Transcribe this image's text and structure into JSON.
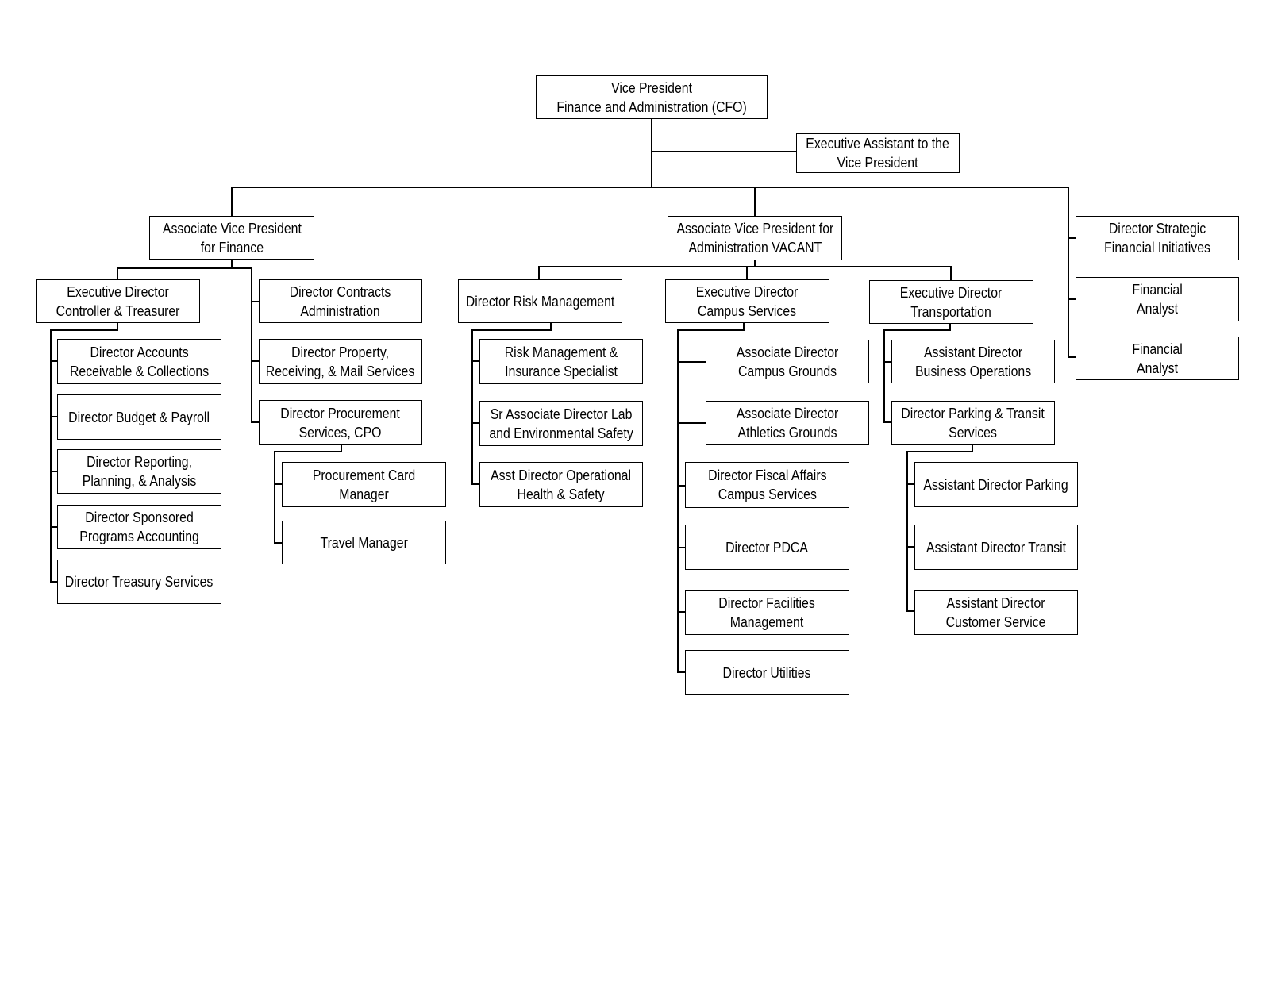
{
  "positions": [
    {
      "id": "vp",
      "lines": [
        "Vice President",
        "Finance and Administration (CFO)"
      ]
    },
    {
      "id": "ea",
      "lines": [
        "Executive Assistant to the",
        "Vice President"
      ]
    },
    {
      "id": "avpf",
      "lines": [
        "Associate Vice President",
        "for Finance"
      ]
    },
    {
      "id": "avpa",
      "lines": [
        "Associate Vice President for",
        "Administration VACANT"
      ]
    },
    {
      "id": "dsfi",
      "lines": [
        "Director Strategic",
        "Financial Initiatives"
      ]
    },
    {
      "id": "fa1",
      "lines": [
        "Financial",
        "Analyst"
      ]
    },
    {
      "id": "fa2",
      "lines": [
        "Financial",
        "Analyst"
      ]
    },
    {
      "id": "edct",
      "lines": [
        "Executive Director",
        "Controller & Treasurer"
      ]
    },
    {
      "id": "dca",
      "lines": [
        "Director Contracts",
        "Administration"
      ]
    },
    {
      "id": "drm",
      "lines": [
        "Director Risk Management"
      ]
    },
    {
      "id": "edcs",
      "lines": [
        "Executive Director",
        "Campus Services"
      ]
    },
    {
      "id": "edt",
      "lines": [
        "Executive Director",
        "Transportation"
      ]
    },
    {
      "id": "dar",
      "lines": [
        "Director Accounts",
        "Receivable & Collections"
      ]
    },
    {
      "id": "dbp",
      "lines": [
        "Director Budget & Payroll"
      ]
    },
    {
      "id": "drpa",
      "lines": [
        "Director Reporting,",
        "Planning, & Analysis"
      ]
    },
    {
      "id": "dspa",
      "lines": [
        "Director Sponsored",
        "Programs Accounting"
      ]
    },
    {
      "id": "dts",
      "lines": [
        "Director Treasury Services"
      ]
    },
    {
      "id": "dprm",
      "lines": [
        "Director Property,",
        "Receiving, & Mail Services"
      ]
    },
    {
      "id": "dpcs",
      "lines": [
        "Director Procurement",
        "Services, CPO"
      ]
    },
    {
      "id": "pcm",
      "lines": [
        "Procurement Card",
        "Manager"
      ]
    },
    {
      "id": "tm",
      "lines": [
        "Travel Manager"
      ]
    },
    {
      "id": "rmis",
      "lines": [
        "Risk Management &",
        "Insurance Specialist"
      ]
    },
    {
      "id": "sadl",
      "lines": [
        "Sr Associate Director Lab",
        "and Environmental Safety"
      ]
    },
    {
      "id": "adoh",
      "lines": [
        "Asst Director Operational",
        "Health & Safety"
      ]
    },
    {
      "id": "adcg",
      "lines": [
        "Associate Director",
        "Campus Grounds"
      ]
    },
    {
      "id": "adag",
      "lines": [
        "Associate Director",
        "Athletics Grounds"
      ]
    },
    {
      "id": "dfa",
      "lines": [
        "Director Fiscal Affairs",
        "Campus Services"
      ]
    },
    {
      "id": "dpdca",
      "lines": [
        "Director PDCA"
      ]
    },
    {
      "id": "dfm",
      "lines": [
        "Director Facilities",
        "Management"
      ]
    },
    {
      "id": "du",
      "lines": [
        "Director Utilities"
      ]
    },
    {
      "id": "adbo",
      "lines": [
        "Assistant Director",
        "Business Operations"
      ]
    },
    {
      "id": "dpts",
      "lines": [
        "Director Parking & Transit",
        "Services"
      ]
    },
    {
      "id": "adp",
      "lines": [
        "Assistant Director Parking"
      ]
    },
    {
      "id": "adt",
      "lines": [
        "Assistant Director Transit"
      ]
    },
    {
      "id": "adcs",
      "lines": [
        "Assistant Director",
        "Customer Service"
      ]
    }
  ],
  "reporting": [
    {
      "from": "vp",
      "to": [
        "ea",
        "avpf",
        "avpa",
        "dsfi",
        "fa1",
        "fa2"
      ]
    },
    {
      "from": "avpf",
      "to": [
        "edct",
        "dca",
        "dprm",
        "dpcs"
      ]
    },
    {
      "from": "avpa",
      "to": [
        "drm",
        "edcs",
        "edt"
      ]
    },
    {
      "from": "edct",
      "to": [
        "dar",
        "dbp",
        "drpa",
        "dspa",
        "dts"
      ]
    },
    {
      "from": "dpcs",
      "to": [
        "pcm",
        "tm"
      ]
    },
    {
      "from": "drm",
      "to": [
        "rmis",
        "sadl",
        "adoh"
      ]
    },
    {
      "from": "edcs",
      "to": [
        "adcg",
        "adag",
        "dfa",
        "dpdca",
        "dfm",
        "du"
      ]
    },
    {
      "from": "edt",
      "to": [
        "adbo",
        "dpts"
      ]
    },
    {
      "from": "dpts",
      "to": [
        "adp",
        "adt",
        "adcs"
      ]
    }
  ]
}
